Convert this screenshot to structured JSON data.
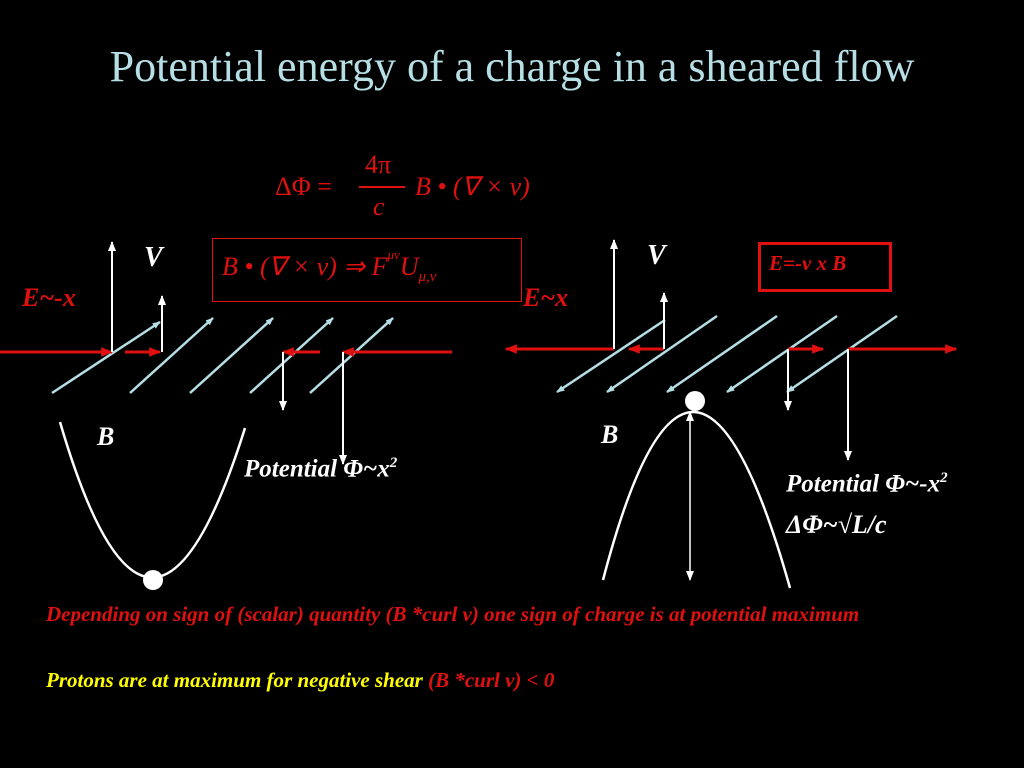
{
  "title": "Potential energy of  a charge in a sheared flow",
  "equation_top": {
    "lhs": "ΔΦ =",
    "numerator": "4π",
    "denominator": "c",
    "rhs": "B • (∇ × v)"
  },
  "equation_box": {
    "text": "B • (∇ × v) ⇒ F",
    "sup": "μν",
    "after": "U",
    "sub": "μ,ν"
  },
  "left_panel": {
    "v_label": "V",
    "e_label": "E~-x",
    "b_label": "B",
    "potential_label": "Potential Φ~x",
    "potential_exp": "2"
  },
  "right_panel": {
    "v_label": "V",
    "e_label": "E~x",
    "b_label": "B",
    "box_label": "E=-v x B",
    "potential_label": "Potential Φ~-x",
    "potential_exp": "2",
    "delta_label": "ΔΦ~√L/c"
  },
  "notes": {
    "line1": "Depending on sign of (scalar) quantity (B *curl v) one sign of charge is at potential maximum",
    "line2_yellow": "Protons are at maximum for negative shear",
    "line2_red": "(B *curl v) < 0"
  },
  "colors": {
    "background": "#000000",
    "title": "#b5dfe5",
    "red": "#e01010",
    "field_lines": "#b5dfe5",
    "white": "#ffffff",
    "yellow": "#ffff00"
  }
}
